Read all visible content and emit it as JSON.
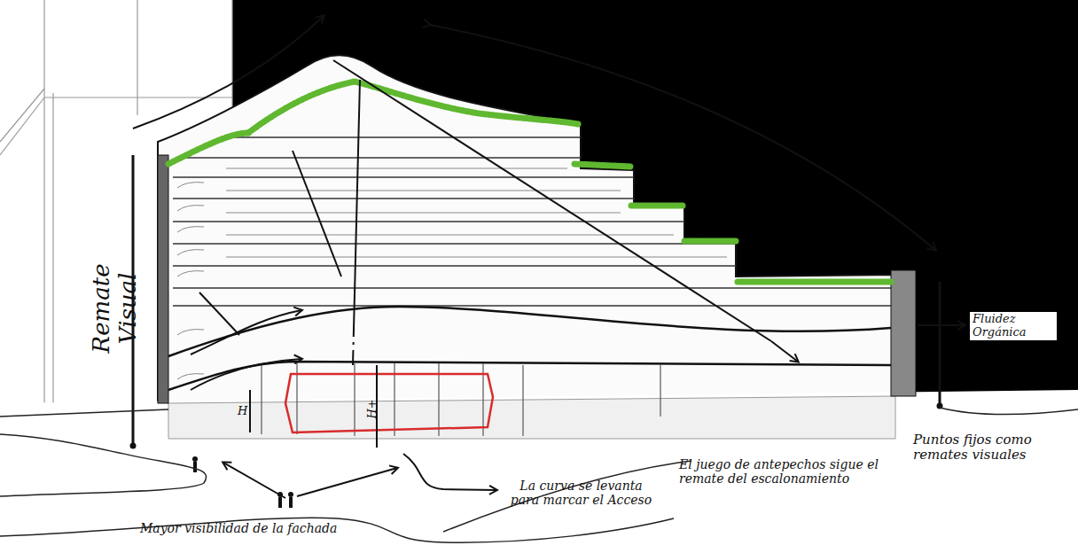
{
  "diagram": {
    "labels": [
      "Remate Visual",
      "H",
      "H+",
      "Fluidez Orgánica",
      "Puntos fijos como remates visuales",
      "El juego de antepechos sigue el remate del escalonamiento",
      "La curva se levanta para marcar el Acceso",
      "Mayor visibilidad de la fachada"
    ]
  }
}
